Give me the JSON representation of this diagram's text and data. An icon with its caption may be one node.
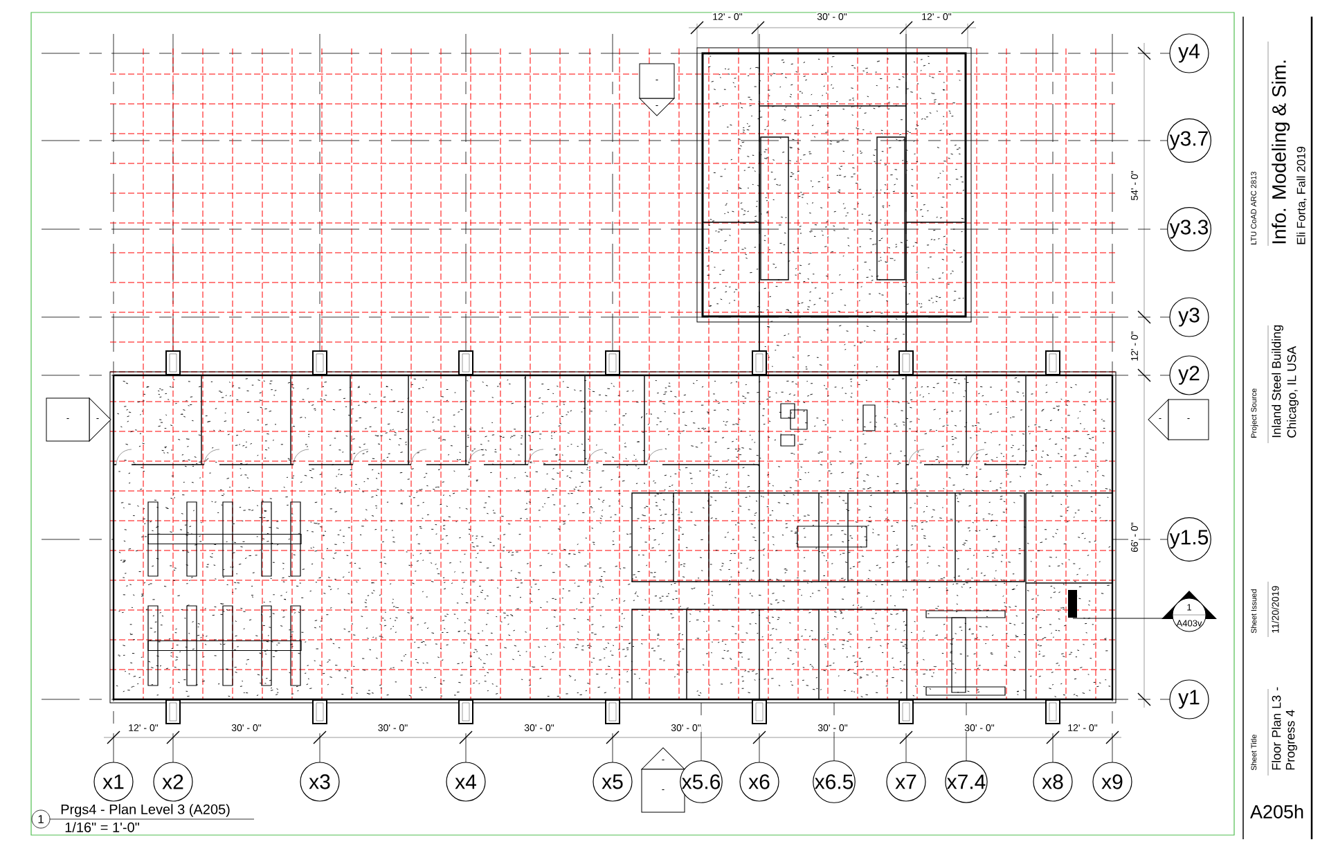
{
  "diagram": {
    "nodes": [
      {
        "text": [
          "y4"
        ]
      },
      {
        "text": [
          "-",
          "-"
        ]
      },
      {
        "text": [
          "y3.7"
        ]
      },
      {
        "text": [
          "y3.3"
        ]
      },
      {
        "text": [
          "y3"
        ]
      },
      {
        "text": [
          "y2"
        ]
      },
      {
        "text": [
          "-",
          "-"
        ]
      },
      {
        "text": [
          "-",
          "-"
        ]
      },
      {
        "text": [
          "y1.5"
        ]
      },
      {
        "text": [
          "1",
          "A403v"
        ]
      },
      {
        "text": [
          "y1"
        ]
      },
      {
        "text": [
          "x1"
        ]
      },
      {
        "text": [
          "x2"
        ]
      },
      {
        "text": [
          "x3"
        ]
      },
      {
        "text": [
          "x4"
        ]
      },
      {
        "text": [
          "x5"
        ]
      },
      {
        "text": [
          "-",
          "-"
        ]
      },
      {
        "text": [
          "x5.6"
        ]
      },
      {
        "text": [
          "x6"
        ]
      },
      {
        "text": [
          "x6.5"
        ]
      },
      {
        "text": [
          "x7"
        ]
      },
      {
        "text": [
          "x7.4"
        ]
      },
      {
        "text": [
          "x8"
        ]
      },
      {
        "text": [
          "x9"
        ]
      },
      {
        "text": [
          "1"
        ]
      }
    ],
    "labels": [
      "12' - 0\"",
      "30' - 0\"",
      "12' - 0\"",
      "54' - 0\"",
      "12' - 0\"",
      "66' - 0\"",
      "12' - 0\"",
      "30' - 0\"",
      "30' - 0\"",
      "30' - 0\"",
      "30' - 0\"",
      "30' - 0\"",
      "30' - 0\"",
      "12' - 0\"",
      "Prgs4 - Plan Level 3 (A205)",
      "1/16\" = 1'-0\"",
      "LTU CoAD ARC 2813",
      "Info. Modeling & Sim.",
      "Eli Forta, Fall 2019",
      "Project Source",
      "Inland Steel Building",
      "Chicago, IL USA",
      "Sheet Issued",
      "11/20/2019",
      "Sheet Title",
      "Floor Plan L3 - Progress 4",
      "A205h"
    ]
  }
}
